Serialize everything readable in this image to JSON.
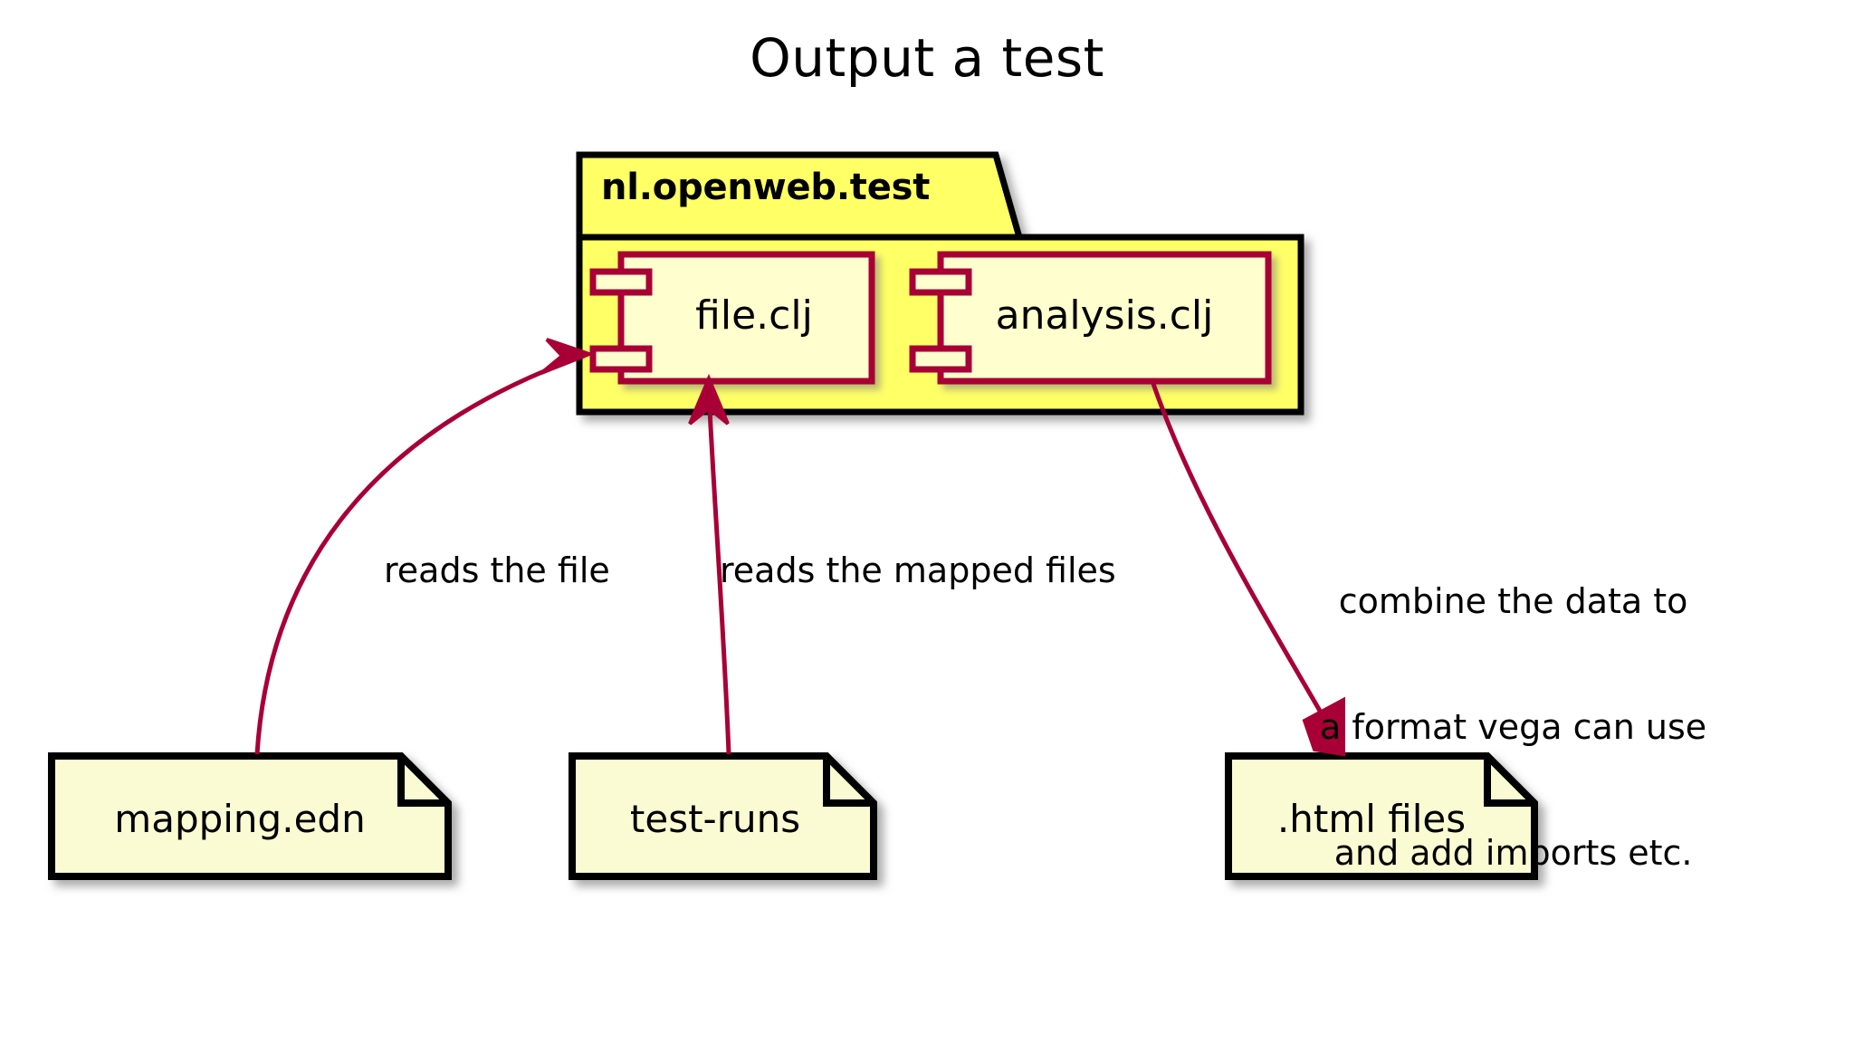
{
  "title": "Output a test",
  "colors": {
    "background": "#FFFFFF",
    "package_fill": "#FFFF66",
    "package_border": "#000000",
    "component_fill": "#FEFECE",
    "component_border": "#A80036",
    "artifact_fill": "#FBFBD3",
    "artifact_border": "#000000",
    "arrow": "#A80036",
    "text": "#000000",
    "shadow": "#888888"
  },
  "package": {
    "name": "nl.openweb.test",
    "components": [
      {
        "name": "file.clj",
        "ports": 2
      },
      {
        "name": "analysis.clj",
        "ports": 2
      }
    ]
  },
  "artifacts": [
    {
      "name": "mapping.edn"
    },
    {
      "name": "test-runs"
    },
    {
      "name": ".html files"
    }
  ],
  "edges": [
    {
      "id": "mapping-to-file",
      "from": "mapping.edn",
      "to": "file.clj",
      "label": "reads the file",
      "style": "curved",
      "arrowhead": "open"
    },
    {
      "id": "testruns-to-file",
      "from": "test-runs",
      "to": "file.clj",
      "label": "reads the mapped files",
      "style": "straight",
      "arrowhead": "open"
    },
    {
      "id": "analysis-to-html",
      "from": "analysis.clj",
      "to": ".html files",
      "label": "combine the data to\na format vega can use\nand add imports etc.",
      "label_lines": [
        "combine the data to",
        "a format vega can use",
        "and add imports etc."
      ],
      "style": "straight",
      "arrowhead": "solid"
    }
  ]
}
